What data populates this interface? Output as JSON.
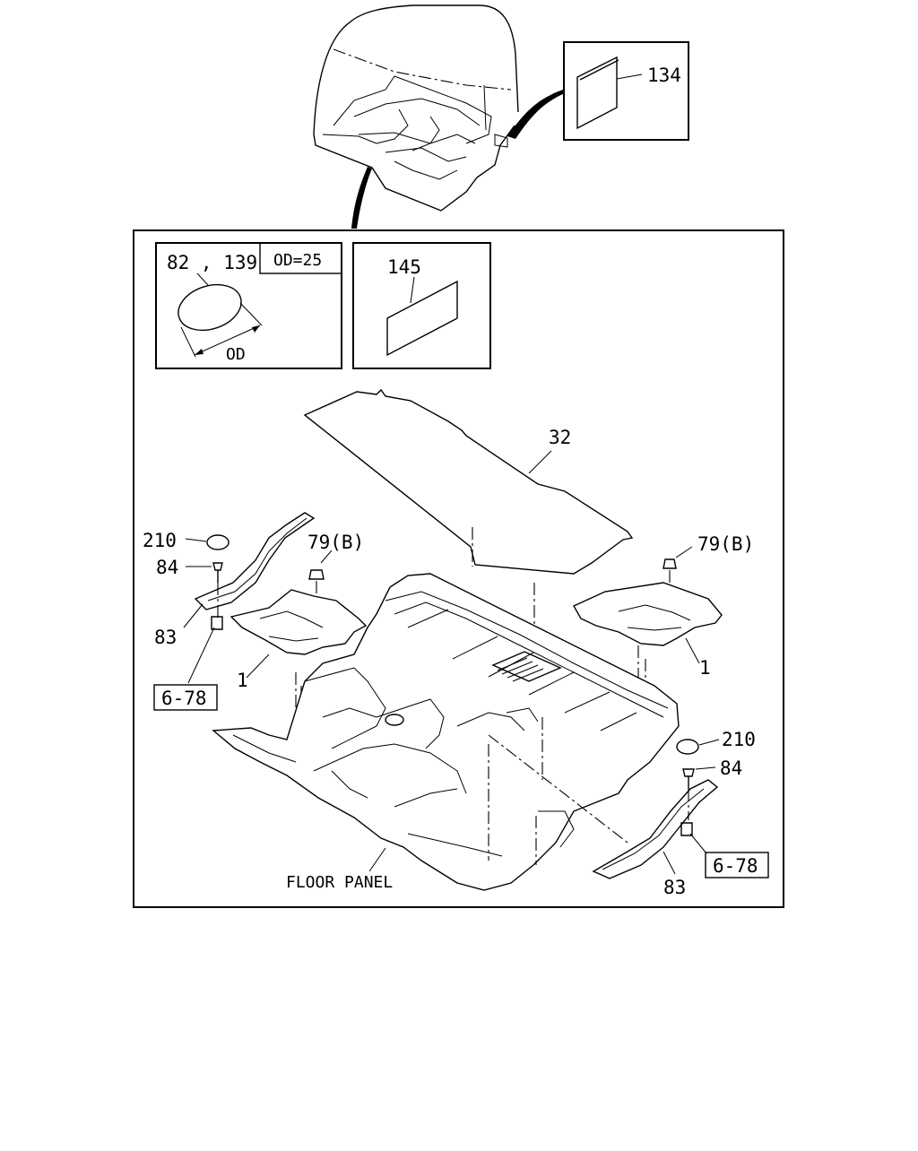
{
  "labels": {
    "inset_top": "134",
    "inset_disc": "82 , 139",
    "inset_disc_spec": "OD=25",
    "inset_disc_dim": "OD",
    "inset_sheet": "145",
    "part_32": "32",
    "left_clip_cap": "210",
    "left_screw": "84",
    "left_grommet": "79(B)",
    "left_rail": "83",
    "left_insulator": "1",
    "left_ref": "6-78",
    "right_grommet": "79(B)",
    "right_insulator": "1",
    "right_clip_cap": "210",
    "right_screw": "84",
    "right_rail": "83",
    "right_ref": "6-78",
    "floor_panel": "FLOOR PANEL"
  }
}
